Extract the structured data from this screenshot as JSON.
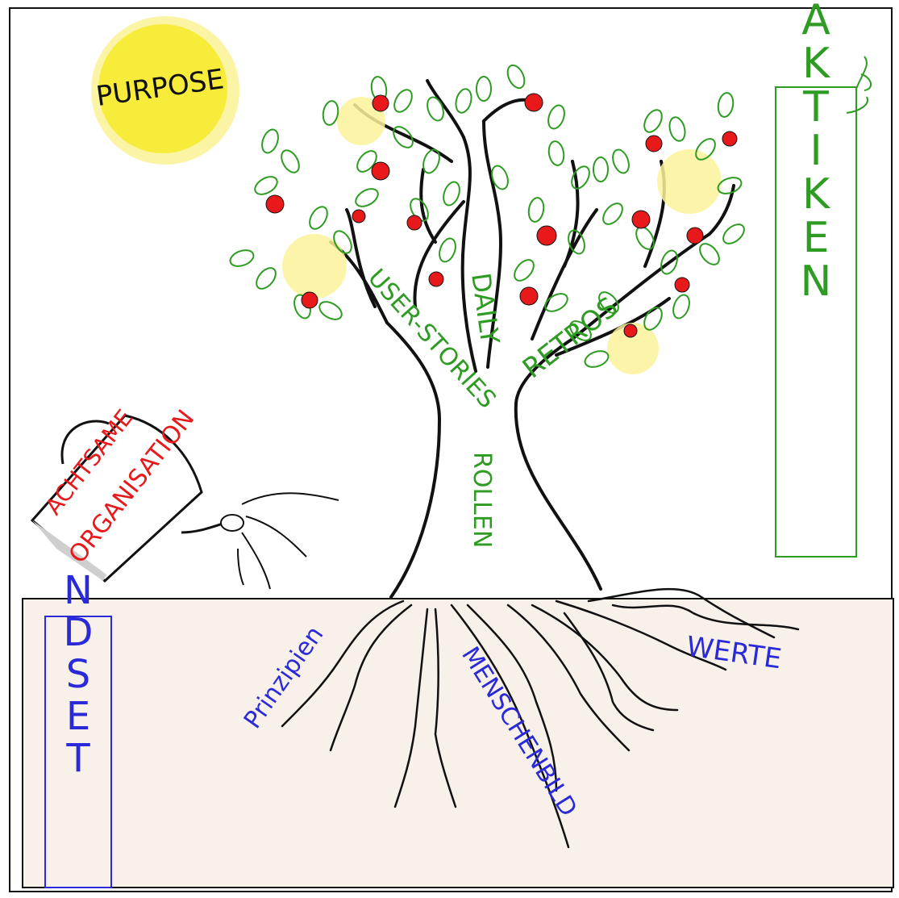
{
  "sun_label": "PURPOSE",
  "practices_label": "PRAKTIKEN",
  "mindset_label": "MINDSET",
  "can_label_line1": "ACHTSAME",
  "can_label_line2": "ORGANISATION",
  "branch_labels": {
    "user_stories": "USER-STORIES",
    "daily": "DAILY",
    "retros": "RETROS"
  },
  "trunk_label": "ROLLEN",
  "root_labels": {
    "prinzipien": "Prinzipien",
    "menschenbild": "MENSCHENBILD",
    "werte": "WERTE"
  },
  "colors": {
    "sun": "#f7ec3a",
    "soil": "#f8f1e9",
    "leaf": "#2e9b22",
    "apple": "#e8191b",
    "root_text": "#2a2ad8",
    "can_text": "#e8191b"
  }
}
